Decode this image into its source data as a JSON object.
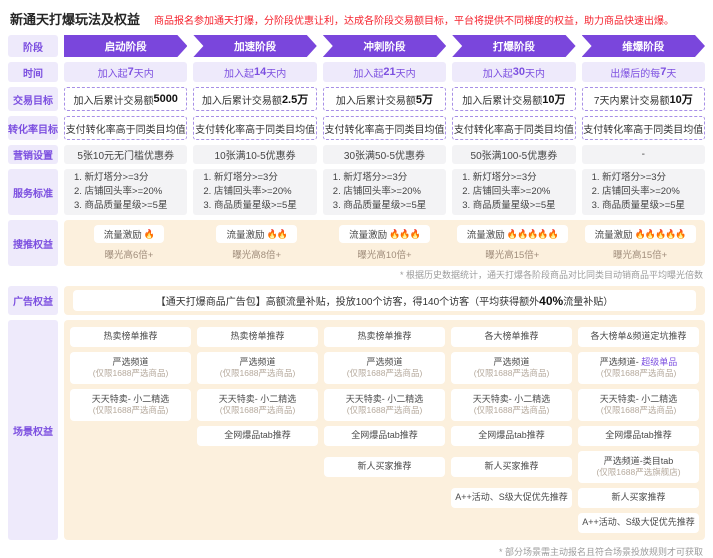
{
  "colors": {
    "accent": "#7A46DC",
    "accent_light": "#EEEAFB",
    "peach": "#FCF0DD",
    "alert_red": "#F5222D"
  },
  "header": {
    "title": "新通天打爆玩法及权益",
    "subtitle": "商品报名参加通天打爆，分阶段优惠让利，达成各阶段交易额目标，平台将提供不同梯度的权益，助力商品快速出爆。"
  },
  "stages": {
    "label": "阶段",
    "items": [
      "启动阶段",
      "加速阶段",
      "冲刺阶段",
      "打爆阶段",
      "维爆阶段"
    ]
  },
  "time": {
    "label": "时间",
    "cells": [
      {
        "pre": "加入起",
        "num": "7",
        "post": "天内"
      },
      {
        "pre": "加入起",
        "num": "14",
        "post": "天内"
      },
      {
        "pre": "加入起",
        "num": "21",
        "post": "天内"
      },
      {
        "pre": "加入起",
        "num": "30",
        "post": "天内"
      },
      {
        "pre": "出爆后的每",
        "num": "7",
        "post": "天"
      }
    ]
  },
  "deal": {
    "label": "交易目标",
    "cells": [
      {
        "pre": "加入后累计交易额",
        "num": "5000"
      },
      {
        "pre": "加入后累计交易额",
        "num": "2.5万"
      },
      {
        "pre": "加入后累计交易额",
        "num": "5万"
      },
      {
        "pre": "加入后累计交易额",
        "num": "10万"
      },
      {
        "pre": "7天内累计交易额",
        "num": "10万"
      }
    ]
  },
  "conversion": {
    "label": "转化率目标",
    "cells": [
      "支付转化率高于同类目均值",
      "支付转化率高于同类目均值",
      "支付转化率高于同类目均值",
      "支付转化率高于同类目均值",
      "支付转化率高于同类目均值"
    ]
  },
  "marketing": {
    "label": "营销设置",
    "cells": [
      "5张10元无门槛优惠券",
      "10张满10-5优惠券",
      "30张满50-5优惠券",
      "50张满100-5优惠券",
      "-"
    ]
  },
  "service": {
    "label": "服务标准",
    "cells": [
      {
        "lines": [
          "1. 新灯塔分>=3分",
          "2. 店铺回头率>=20%",
          "3. 商品质量星级>=5星"
        ]
      },
      {
        "lines": [
          "1. 新灯塔分>=3分",
          "2. 店铺回头率>=20%",
          "3. 商品质量星级>=5星"
        ]
      },
      {
        "lines": [
          "1. 新灯塔分>=3分",
          "2. 店铺回头率>=20%",
          "3. 商品质量星级>=5星"
        ]
      },
      {
        "lines": [
          "1. 新灯塔分>=3分",
          "2. 店铺回头率>=20%",
          "3. 商品质量星级>=5星"
        ]
      },
      {
        "lines": [
          "1. 新灯塔分>=3分",
          "2. 店铺回头率>=20%",
          "3. 商品质量星级>=5星"
        ]
      }
    ]
  },
  "search": {
    "label": "搜推权益",
    "cells": [
      {
        "pill": "流量激励",
        "fires": "🔥",
        "sub": "曝光高6倍+"
      },
      {
        "pill": "流量激励",
        "fires": "🔥🔥",
        "sub": "曝光高8倍+"
      },
      {
        "pill": "流量激励",
        "fires": "🔥🔥🔥",
        "sub": "曝光高10倍+"
      },
      {
        "pill": "流量激励",
        "fires": "🔥🔥🔥🔥🔥",
        "sub": "曝光高15倍+"
      },
      {
        "pill": "流量激励",
        "fires": "🔥🔥🔥🔥🔥",
        "sub": "曝光高15倍+"
      }
    ],
    "note": "* 根据历史数据统计，通天打爆各阶段商品对比同类目动销商品平均曝光倍数"
  },
  "ad": {
    "label": "广告权益",
    "pre": "【通天打爆商品广告包】高额流量补贴，投放100个访客，得140个访客（平均获得额外",
    "strong": "40%",
    "post": "流量补贴）"
  },
  "scene": {
    "label": "场景权益",
    "columns": [
      {
        "items": [
          {
            "title": "热卖榜单推荐"
          },
          {
            "title": "严选频道",
            "note": "(仅限1688严选商品)"
          },
          {
            "title": "天天特卖- 小二精选",
            "note": "(仅限1688严选商品)"
          }
        ]
      },
      {
        "items": [
          {
            "title": "热卖榜单推荐"
          },
          {
            "title": "严选频道",
            "note": "(仅限1688严选商品)"
          },
          {
            "title": "天天特卖- 小二精选",
            "note": "(仅限1688严选商品)"
          },
          {
            "title": "全网爆品tab推荐"
          }
        ]
      },
      {
        "items": [
          {
            "title": "热卖榜单推荐"
          },
          {
            "title": "严选频道",
            "note": "(仅限1688严选商品)"
          },
          {
            "title": "天天特卖- 小二精选",
            "note": "(仅限1688严选商品)"
          },
          {
            "title": "全网爆品tab推荐"
          },
          {
            "title": "新人买家推荐"
          }
        ]
      },
      {
        "items": [
          {
            "title": "各大榜单推荐"
          },
          {
            "title": "严选频道",
            "note": "(仅限1688严选商品)"
          },
          {
            "title": "天天特卖- 小二精选",
            "note": "(仅限1688严选商品)"
          },
          {
            "title": "全网爆品tab推荐"
          },
          {
            "title": "新人买家推荐"
          },
          {
            "title": "A++活动、S级大促优先推荐"
          }
        ]
      },
      {
        "items": [
          {
            "title": "各大榜单&频道定坑推荐"
          },
          {
            "title": "严选频道- ",
            "highlight": "超级单品",
            "note": "(仅限1688严选商品)"
          },
          {
            "title": "天天特卖- 小二精选",
            "note": "(仅限1688严选商品)"
          },
          {
            "title": "全网爆品tab推荐"
          },
          {
            "title": "严选频道-类目tab",
            "note": "(仅限1688严选旗舰店)"
          },
          {
            "title": "新人买家推荐"
          },
          {
            "title": "A++活动、S级大促优先推荐"
          }
        ]
      }
    ],
    "note": "* 部分场景需主动报名且符合场景投放规则才可获取"
  }
}
